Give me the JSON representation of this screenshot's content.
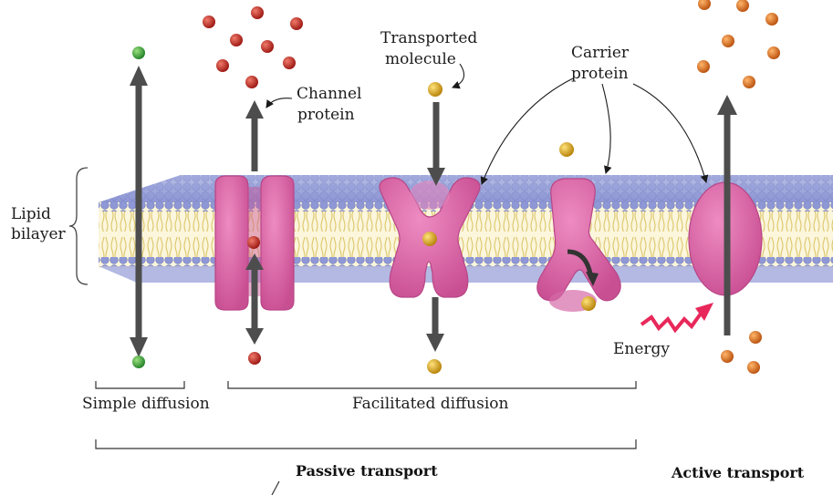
{
  "labels": {
    "lipid_bilayer": [
      "Lipid",
      "bilayer"
    ],
    "channel_protein": [
      "Channel",
      "protein"
    ],
    "transported_molecule": [
      "Transported",
      "molecule"
    ],
    "carrier_protein": [
      "Carrier",
      "protein"
    ],
    "energy": "Energy",
    "simple_diffusion": "Simple diffusion",
    "facilitated_diffusion": "Facilitated diffusion",
    "passive_transport": "Passive transport",
    "active_transport": "Active transport"
  },
  "colors": {
    "membrane_top": "#a9b0dc",
    "lipid_head": "#8f98d6",
    "lipid_tail": "#e5d68a",
    "protein": "#db6aa8",
    "protein_dark": "#b84686",
    "arrow": "#4d4d4d",
    "green_molecule": "#38a53a",
    "red_molecule": "#c8241d",
    "gold_molecule": "#e0a812",
    "orange_molecule": "#e0701c",
    "energy": "#e8285a"
  }
}
